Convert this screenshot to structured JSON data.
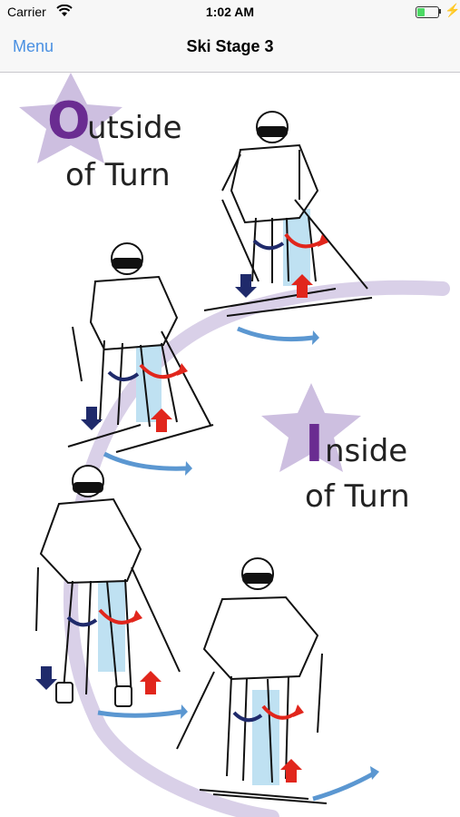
{
  "status_bar": {
    "carrier": "Carrier",
    "time": "1:02 AM",
    "wifi_icon": "wifi-icon",
    "battery_icon": "battery-icon",
    "charging_icon": "charging-bolt-icon",
    "battery_level": 0.35
  },
  "nav_bar": {
    "menu_label": "Menu",
    "title": "Ski Stage 3"
  },
  "illustration": {
    "outside_initial": "O",
    "outside_rest": "utside",
    "outside_line2": "of Turn",
    "inside_initial": "I",
    "inside_rest": "nside",
    "inside_line2": "of Turn",
    "colors": {
      "accent_purple": "#6a2c91",
      "star_lilac": "#cdbfe0",
      "track_lilac": "#d9d0e8",
      "arrow_blue": "#5b97d1",
      "arrow_navy": "#1f2a6b",
      "arrow_red": "#e1261c",
      "leg_highlight": "#bfe1f2",
      "nav_link_blue": "#4a90e2"
    }
  }
}
